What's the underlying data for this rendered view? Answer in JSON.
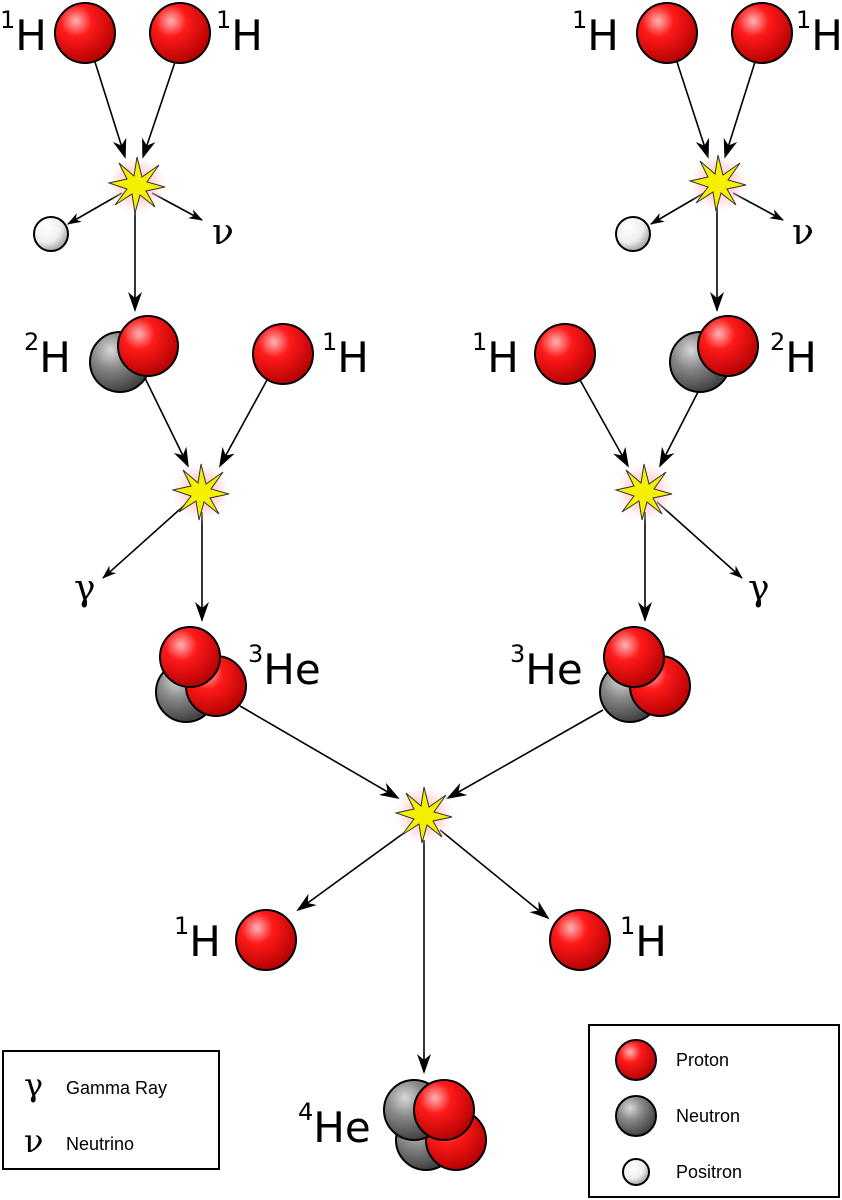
{
  "labels": {
    "h_symbol": "H",
    "he_symbol": "He",
    "mass_1": "1",
    "mass_2": "2",
    "mass_3": "3",
    "mass_4": "4",
    "gamma": "γ",
    "nu": "ν"
  },
  "legend_left": {
    "gamma_symbol": "γ",
    "gamma_label": "Gamma Ray",
    "nu_symbol": "ν",
    "nu_label": "Neutrino"
  },
  "legend_right": {
    "proton_label": "Proton",
    "neutron_label": "Neutron",
    "positron_label": "Positron"
  },
  "colors": {
    "proton": "#e00000",
    "neutron": "#555555",
    "positron": "#f2f2f2",
    "flash": "#f5f000"
  },
  "icons": [
    "proton-icon",
    "neutron-icon",
    "positron-icon",
    "fusion-flash-icon",
    "arrow-icon"
  ]
}
